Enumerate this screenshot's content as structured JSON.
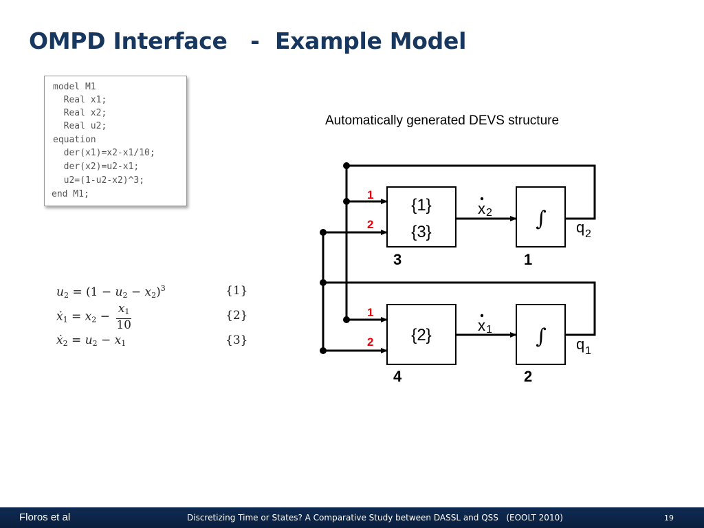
{
  "slide": {
    "title": "OMPD Interface   -  Example Model"
  },
  "code": {
    "lines": [
      "model M1",
      "  Real x1;",
      "  Real x2;",
      "  Real u2;",
      "equation",
      "  der(x1)=x2-x1/10;",
      "  der(x2)=u2-x1;",
      "  u2=(1-u2-x2)^3;",
      "end M1;"
    ]
  },
  "equations": [
    {
      "label": "{1}"
    },
    {
      "label": "{2}"
    },
    {
      "label": "{3}"
    }
  ],
  "diagram": {
    "caption": "Automatically generated DEVS structure",
    "blocks": [
      {
        "text_lines": [
          "{1}",
          "{3}"
        ],
        "number": "3"
      },
      {
        "text_lines": [
          "∫"
        ],
        "number": "1"
      },
      {
        "text_lines": [
          "{2}"
        ],
        "number": "4"
      },
      {
        "text_lines": [
          "∫"
        ],
        "number": "2"
      }
    ],
    "port_labels": [
      "1",
      "2",
      "1",
      "2"
    ],
    "signals": {
      "x2dot": "x",
      "x2dot_sub": "2",
      "x1dot": "x",
      "x1dot_sub": "1",
      "q2": "q",
      "q2_sub": "2",
      "q1": "q",
      "q1_sub": "1"
    },
    "colors": {
      "port_label": "#e8000b",
      "line": "#000000"
    }
  },
  "footer": {
    "author": "Floros et al",
    "title": "Discretizing Time or States? A Comparative Study between DASSL and QSS   (EOOLT 2010)",
    "page": "19"
  }
}
